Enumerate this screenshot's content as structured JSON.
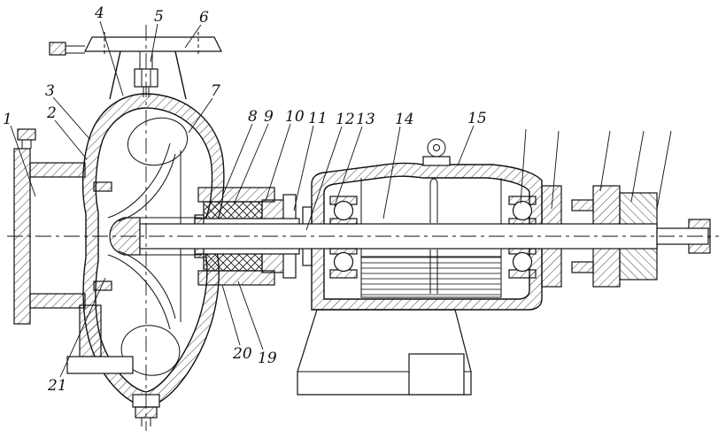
{
  "figure": {
    "name": "centrifugal-pump-cross-section",
    "background_color": "#ffffff",
    "ink_color": "#111111"
  },
  "callouts": [
    {
      "label": "1"
    },
    {
      "label": "2"
    },
    {
      "label": "3"
    },
    {
      "label": "4"
    },
    {
      "label": "5"
    },
    {
      "label": "6"
    },
    {
      "label": "7"
    },
    {
      "label": "8"
    },
    {
      "label": "9"
    },
    {
      "label": "10"
    },
    {
      "label": "11"
    },
    {
      "label": "12"
    },
    {
      "label": "13"
    },
    {
      "label": "14"
    },
    {
      "label": "15"
    },
    {
      "label": "19"
    },
    {
      "label": "20"
    },
    {
      "label": "21"
    }
  ]
}
